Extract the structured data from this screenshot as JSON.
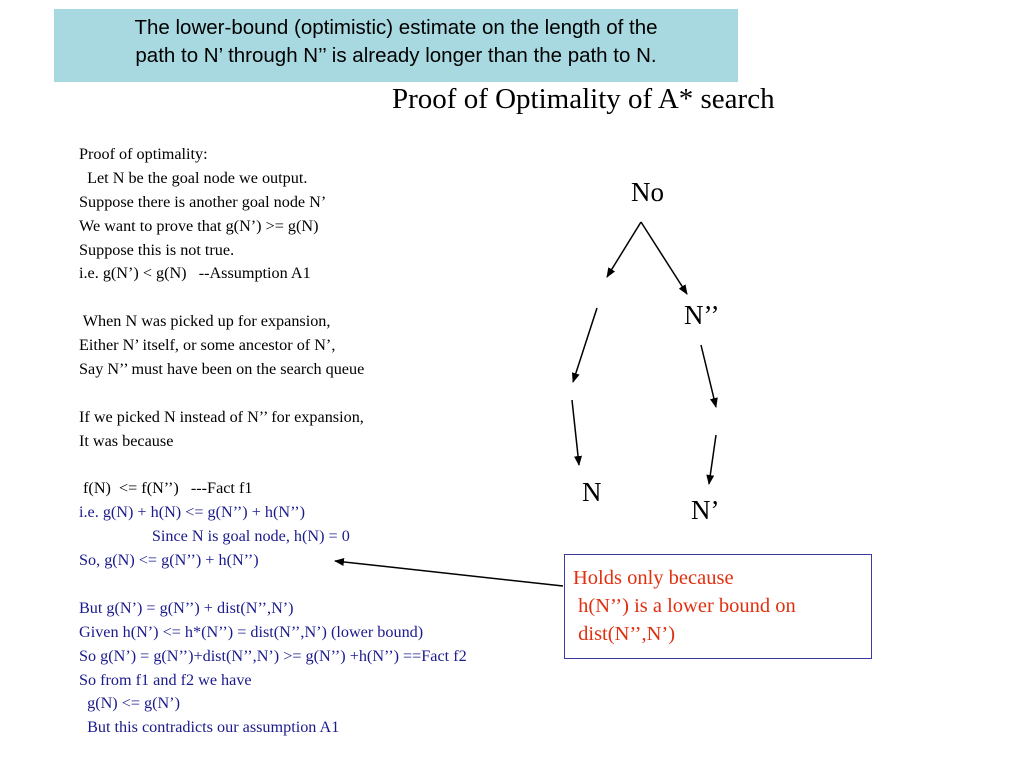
{
  "callout_top": {
    "lines": [
      "The lower-bound (optimistic) estimate on the length of the",
      " path to N’ through N’’ is already longer than the path to N."
    ],
    "background": "#a8d8e0"
  },
  "title": "Proof of Optimality of A* search",
  "proof": {
    "lines": [
      "Proof of optimality:",
      "  Let N be the goal node we output.",
      "Suppose there is another goal node N’",
      "We want to prove that g(N’) >= g(N)",
      "Suppose this is not true.",
      "i.e. g(N’) < g(N)   --Assumption A1",
      "",
      " When N was picked up for expansion,",
      "Either N’ itself, or some ancestor of N’,",
      "Say N’’ must have been on the search queue",
      "",
      "If we picked N instead of N’’ for expansion,",
      "It was because",
      "",
      " f(N)  <= f(N’’)   ---Fact f1",
      "i.e. g(N) + h(N) <= g(N’’) + h(N’’)",
      "                  Since N is goal node, h(N) = 0",
      "So, g(N) <= g(N’’) + h(N’’)",
      "",
      "But g(N’) = g(N’’) + dist(N’’,N’)",
      "Given h(N’) <= h*(N’’) = dist(N’’,N’) (lower bound)",
      "So g(N’) = g(N’’)+dist(N’’,N’) >= g(N’’) +h(N’’) ==Fact f2",
      "So from f1 and f2 we have",
      "  g(N) <= g(N’)",
      "  But this contradicts our assumption A1"
    ]
  },
  "tree": {
    "root": "No",
    "middle": "N’’",
    "goal_n": "N",
    "goal_n_prime": "N’"
  },
  "callout_bottom": {
    "lines": [
      "Holds only because",
      " h(N’’) is a lower bound on",
      " dist(N’’,N’)"
    ],
    "text_color": "#e03010",
    "border_color": "#3a3aa0"
  },
  "colors": {
    "proof_text_black": "#000000",
    "proof_text_blue": "#1a1a8c"
  }
}
